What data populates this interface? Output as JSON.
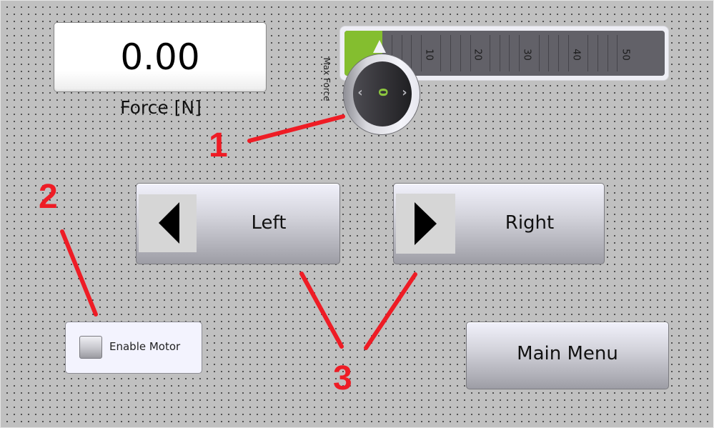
{
  "force_display": {
    "value": "0.00",
    "label": "Force [N]"
  },
  "max_force_slider": {
    "label": "Max Force",
    "value": "0",
    "tick_labels": [
      "10",
      "20",
      "30",
      "40",
      "50"
    ],
    "fill_color": "#84be2f",
    "track_color": "#626168",
    "decrement_icon": "chevron-left",
    "increment_icon": "chevron-right"
  },
  "buttons": {
    "left": {
      "label": "Left",
      "icon": "triangle-left"
    },
    "right": {
      "label": "Right",
      "icon": "triangle-right"
    },
    "main_menu": {
      "label": "Main Menu"
    }
  },
  "enable_motor": {
    "label": "Enable Motor",
    "checked": false
  },
  "annotations": {
    "color": "#ee1c25",
    "labels": [
      "1",
      "2",
      "3"
    ]
  }
}
